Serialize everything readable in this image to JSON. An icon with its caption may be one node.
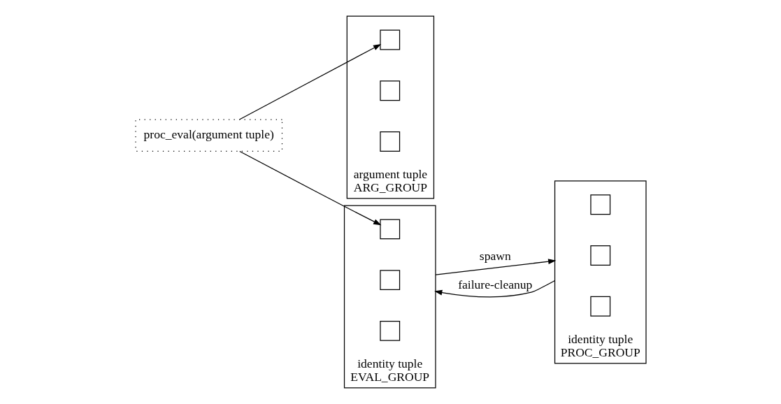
{
  "diagram": {
    "nodes": [
      {
        "text": [
          "argument tuple",
          "ARG_GROUP"
        ]
      },
      {
        "text": [],
        "shape": "box",
        "in": 0
      },
      {
        "text": [],
        "shape": "box",
        "in": 0
      },
      {
        "text": [],
        "shape": "box",
        "in": 0
      },
      {
        "text": [
          "proc_eval(argument tuple)"
        ]
      },
      {
        "text": [
          "identity tuple",
          "EVAL_GROUP"
        ]
      },
      {
        "text": [],
        "shape": "box",
        "in": 5
      },
      {
        "text": [],
        "shape": "box",
        "in": 5
      },
      {
        "text": [],
        "shape": "box",
        "in": 5
      },
      {
        "text": [
          "identity tuple",
          "PROC_GROUP"
        ]
      },
      {
        "text": [],
        "shape": "box",
        "in": 9
      },
      {
        "text": [],
        "shape": "box",
        "in": 9
      },
      {
        "text": [],
        "shape": "box",
        "in": 9
      }
    ],
    "edges": [
      {
        "from": 4,
        "to": 1,
        "arrow": "to"
      },
      {
        "from": 4,
        "to": 6,
        "arrow": "to"
      },
      {
        "from": 5,
        "to": 9,
        "arrow": "to",
        "label": "spawn"
      },
      {
        "from": 9,
        "to": 5,
        "arrow": "to",
        "label": "failure-cleanup"
      }
    ]
  }
}
